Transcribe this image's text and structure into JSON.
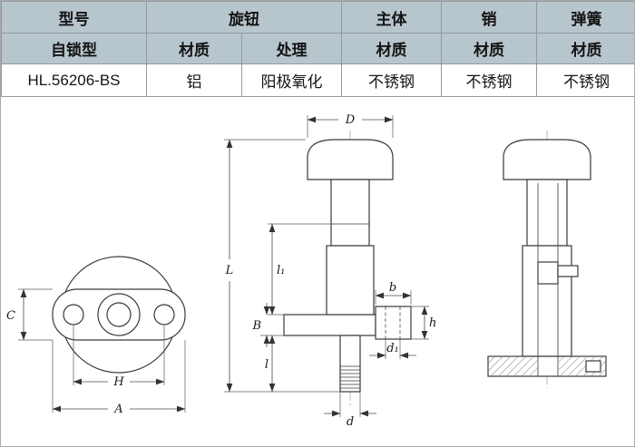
{
  "table": {
    "row1": {
      "col1": "型号",
      "col2": "旋钮",
      "col3": "主体",
      "col4": "销",
      "col5": "弹簧"
    },
    "row2": {
      "col1": "自锁型",
      "col2": "材质",
      "col3": "处理",
      "col4": "材质",
      "col5": "材质",
      "col6": "材质"
    },
    "row3": {
      "col1": "HL.56206-BS",
      "col2": "铝",
      "col3": "阳极氧化",
      "col4": "不锈钢",
      "col5": "不锈钢",
      "col6": "不锈钢"
    }
  },
  "labels": {
    "C": "C",
    "H": "H",
    "A": "A",
    "D": "D",
    "L": "L",
    "l1": "l₁",
    "B": "B",
    "l": "l",
    "b": "b",
    "h": "h",
    "d1": "d₁",
    "d": "d"
  },
  "colors": {
    "header_bg": "#b7c5cd",
    "model_text": "#1e3d7b",
    "object_line": "#3a3a3a",
    "dimension_line": "#4a4a4a"
  }
}
